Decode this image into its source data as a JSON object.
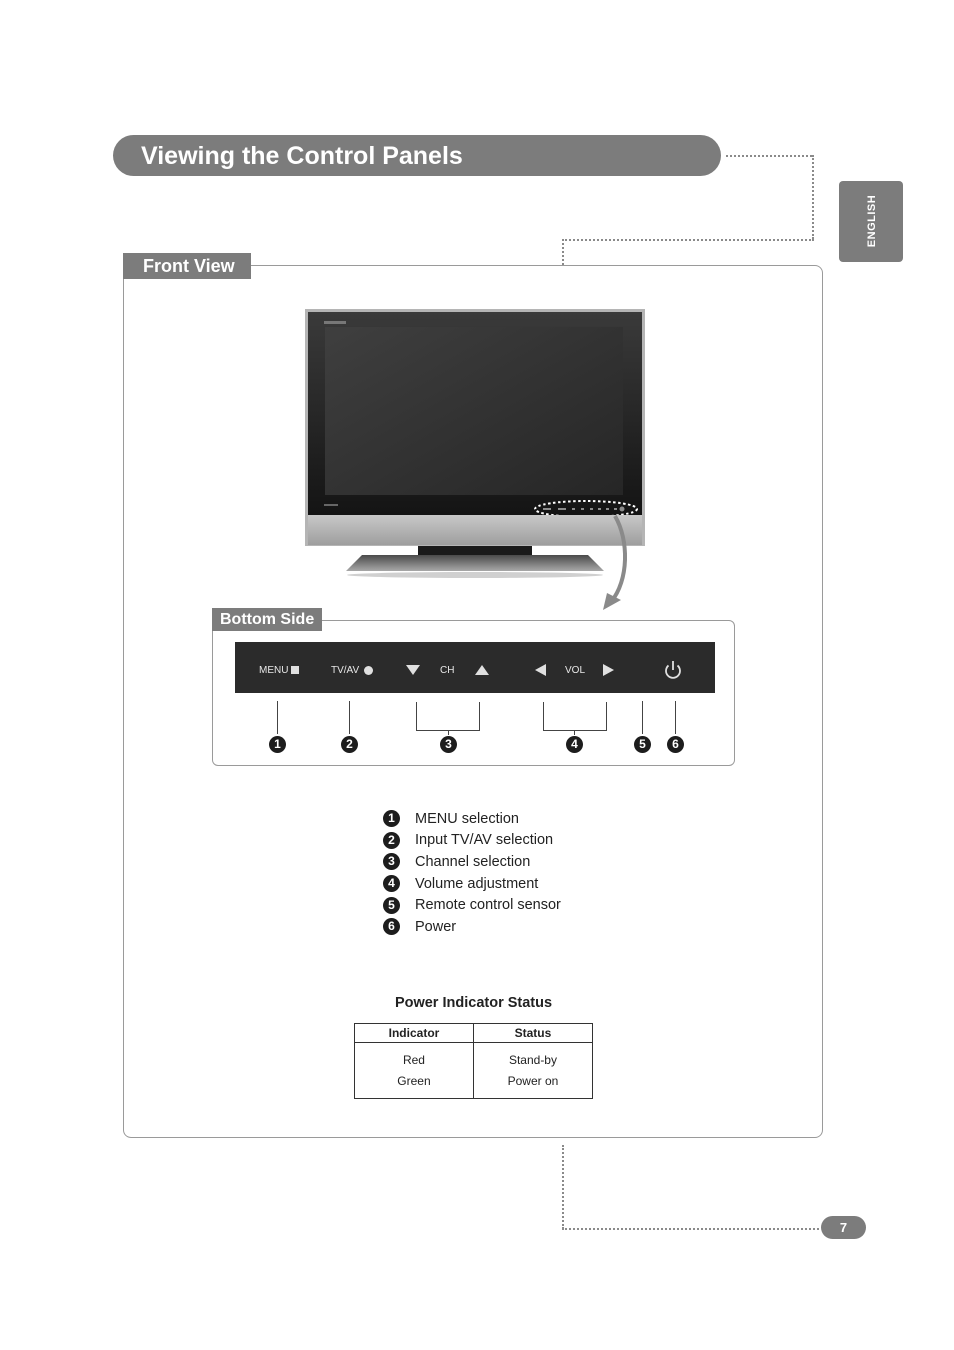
{
  "page": {
    "title": "Viewing the Control Panels",
    "language_tab": "ENGLISH",
    "page_number": "7"
  },
  "front_view": {
    "label": "Front View"
  },
  "bottom_side": {
    "label": "Bottom Side",
    "panel_labels": {
      "menu": "MENU",
      "tvav": "TV/AV",
      "ch": "CH",
      "vol": "VOL"
    },
    "callouts": [
      "1",
      "2",
      "3",
      "4",
      "5",
      "6"
    ]
  },
  "legend": [
    {
      "num": "1",
      "text": "MENU selection"
    },
    {
      "num": "2",
      "text": "Input TV/AV selection"
    },
    {
      "num": "3",
      "text": "Channel selection"
    },
    {
      "num": "4",
      "text": "Volume adjustment"
    },
    {
      "num": "5",
      "text": "Remote control sensor"
    },
    {
      "num": "6",
      "text": "Power"
    }
  ],
  "power_indicator": {
    "title": "Power Indicator Status",
    "headers": [
      "Indicator",
      "Status"
    ],
    "rows": [
      [
        "Red",
        "Stand-by"
      ],
      [
        "Green",
        "Power on"
      ]
    ]
  }
}
